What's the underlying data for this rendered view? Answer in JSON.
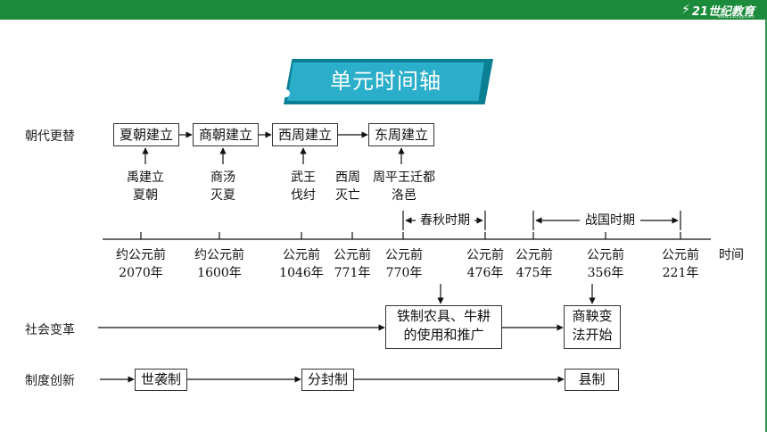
{
  "brand": {
    "logo_text": "21世纪教育",
    "logo_url": "www.21cnjy.com"
  },
  "title": "单元时间轴",
  "rows": {
    "dynasty": "朝代更替",
    "society": "社会变革",
    "system": "制度创新"
  },
  "dynasty_boxes": [
    "夏朝建立",
    "商朝建立",
    "西周建立",
    "东周建立"
  ],
  "events": [
    {
      "line1": "禹建立",
      "line2": "夏朝"
    },
    {
      "line1": "商汤",
      "line2": "灭夏"
    },
    {
      "line1": "武王",
      "line2": "伐纣"
    },
    {
      "line1": "西周",
      "line2": "灭亡"
    },
    {
      "line1": "周平王迁都",
      "line2": "洛邑"
    }
  ],
  "periods": {
    "chunqiu": "春秋时期",
    "zhanguo": "战国时期"
  },
  "axis_label": "时间",
  "ticks": [
    {
      "line1": "约公元前",
      "line2": "2070年"
    },
    {
      "line1": "约公元前",
      "line2": "1600年"
    },
    {
      "line1": "公元前",
      "line2": "1046年"
    },
    {
      "line1": "公元前",
      "line2": "771年"
    },
    {
      "line1": "公元前",
      "line2": "770年"
    },
    {
      "line1": "公元前",
      "line2": "476年"
    },
    {
      "line1": "公元前",
      "line2": "475年"
    },
    {
      "line1": "公元前",
      "line2": "356年"
    },
    {
      "line1": "公元前",
      "line2": "221年"
    }
  ],
  "society_boxes": [
    {
      "line1": "铁制农具、牛耕",
      "line2": "的使用和推广"
    },
    {
      "line1": "商鞅变",
      "line2": "法开始"
    }
  ],
  "system_boxes": [
    "世袭制",
    "分封制",
    "县制"
  ],
  "colors": {
    "top_bar": "#1c8c3c",
    "banner_dark": "#0b7f94",
    "banner_light": "#2aaec9"
  }
}
